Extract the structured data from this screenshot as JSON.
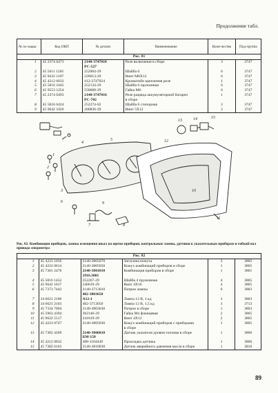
{
  "continuation": "Продолжение табл.",
  "headers": [
    "№ по-зиции",
    "Код ОКП",
    "№ детали",
    "Наименование",
    "Коли-чество",
    "Под-группа"
  ],
  "fig81_label": "Рис. 81",
  "fig81_rows": [
    {
      "n": "1",
      "okp": "45 2374 6473",
      "part": "2140-3747018",
      "name": "Реле включения в сборе",
      "qty": "3",
      "grp": "3747",
      "pbold": true
    },
    {
      "n": "",
      "okp": "",
      "part": "РС-527",
      "name": "",
      "qty": "",
      "grp": "",
      "pbold": true
    },
    {
      "n": "2",
      "okp": "45 5611 1205",
      "part": "252004-29",
      "name": "Шайба 6",
      "qty": "6",
      "grp": "3747"
    },
    {
      "n": "3",
      "okp": "45 9432 1107",
      "part": "220013-29",
      "name": "Винт М6Х12",
      "qty": "6",
      "grp": "3747"
    },
    {
      "n": "4",
      "okp": "45 4212 6032",
      "part": "412-3747024",
      "name": "Кронштейн крепления реле",
      "qty": "1",
      "grp": "3747"
    },
    {
      "n": "5",
      "okp": "45 5816 1045",
      "part": "252134-29",
      "name": "Шайба 6 пружинная",
      "qty": "6",
      "grp": "3747"
    },
    {
      "n": "6",
      "okp": "45 9553 1254",
      "part": "250608-29",
      "name": "Гайка М6",
      "qty": "6",
      "grp": "3747"
    },
    {
      "n": "7",
      "okp": "45 2374 6493",
      "part": "2140-3747016",
      "name": "Реле разряда аккумуляторной батареи",
      "qty": "1",
      "grp": "3747",
      "pbold": true
    },
    {
      "n": "",
      "okp": "",
      "part": "РС-702",
      "name": "в сборе",
      "qty": "",
      "grp": "",
      "pbold": true
    },
    {
      "n": "8",
      "okp": "45 5816 6424",
      "part": "252274-02",
      "name": "Шайба 6 стопорная",
      "qty": "2",
      "grp": "3747"
    },
    {
      "n": "9",
      "okp": "45 9642 1026",
      "part": "260836-29",
      "name": "Винт 5Х12",
      "qty": "2",
      "grp": "3747"
    }
  ],
  "caption": "Рис. 82. Комбинация приборов, лампы освещения шкал на щитке приборов, контрольные лампы, датчики к указательным приборам и гибкий вал привода спидометра",
  "fig82_label": "Рис. 82",
  "fig82_rows": [
    {
      "n": "1",
      "okp": "45 4223 1056",
      "part": "2140-3805070",
      "name": "Заглушка кожуха",
      "qty": "2",
      "grp": "3805"
    },
    {
      "n": "2",
      "okp": "45 4222 0614",
      "part": "2140-3805050",
      "name": "Кожух комбинаций приборов в сборе",
      "qty": "1",
      "grp": "3805"
    },
    {
      "n": "3",
      "okp": "45 7381 2476",
      "part": "2140-3801010",
      "name": "Комбинация приборов в сборе",
      "qty": "1",
      "grp": "3801",
      "pbold": true
    },
    {
      "n": "",
      "okp": "",
      "part": "1916.3801",
      "name": "",
      "qty": "",
      "grp": "",
      "pbold": true
    },
    {
      "n": "4",
      "okp": "45 5816 1452",
      "part": "252267-29",
      "name": "Шайба 4 пружинная",
      "qty": "4",
      "grp": "3805"
    },
    {
      "n": "5",
      "okp": "45 9642 1017",
      "part": "240619-29",
      "name": "Винт 4Х16",
      "qty": "4",
      "grp": "3805"
    },
    {
      "n": "6",
      "okp": "45 7373 7442",
      "part": "2140-3713010",
      "name": "Патрон лампы",
      "qty": "6",
      "grp": "3803"
    },
    {
      "n": "",
      "okp": "",
      "part": "402-3803650",
      "name": "",
      "qty": "",
      "grp": "",
      "pbold": true
    },
    {
      "n": "7",
      "okp": "34 6621 2106",
      "part": "А12-1",
      "name": "Лампа 12 В, 1 кд",
      "qty": "3",
      "grp": "3803",
      "pbold": true
    },
    {
      "n": "8",
      "okp": "34 6621 2103",
      "part": "402-3713050",
      "name": "Лампа 12 В, 1,5 кд",
      "qty": "3",
      "grp": "3713"
    },
    {
      "n": "9",
      "okp": "45 7334 7004",
      "part": "2140-3803030",
      "name": "Патрон в сборе",
      "qty": "1",
      "grp": "3803"
    },
    {
      "n": "10",
      "okp": "45 5963 4394",
      "part": "362146-29",
      "name": "Гайка М4 фланцевая",
      "qty": "2",
      "grp": "3805"
    },
    {
      "n": "11",
      "okp": "45 9622 5517",
      "part": "241819-29",
      "name": "Винт 4Х12",
      "qty": "2",
      "grp": "3805"
    },
    {
      "n": "12",
      "okp": "45 4223 0747",
      "part": "2140-3805030",
      "name": "Кожух комбинаций приборов с приборами",
      "qty": "1",
      "grp": "3805"
    },
    {
      "n": "",
      "okp": "",
      "part": "",
      "name": "в сборе",
      "qty": "",
      "grp": ""
    },
    {
      "n": "13",
      "okp": "45 7382 4269",
      "part": "2140-3806010",
      "name": "Датчик указателя уровня топлива в сборе",
      "qty": "1",
      "grp": "3806",
      "pbold": true
    },
    {
      "n": "",
      "okp": "",
      "part": "БМ-158",
      "name": "",
      "qty": "",
      "grp": "",
      "pbold": true
    },
    {
      "n": "14",
      "okp": "45 4212 0032",
      "part": "408-1104449",
      "name": "Прокладка датчика",
      "qty": "1",
      "grp": "3806"
    },
    {
      "n": "15",
      "okp": "45 7382 6163",
      "part": "2140-3810030",
      "name": "Датчик аварийного давления масла в сборе",
      "qty": "1",
      "grp": "3810"
    }
  ],
  "figure_callouts": [
    "1",
    "2",
    "3",
    "4",
    "5",
    "6",
    "7",
    "8",
    "9",
    "10",
    "11",
    "12",
    "13",
    "14",
    "15"
  ],
  "page_number": "89"
}
